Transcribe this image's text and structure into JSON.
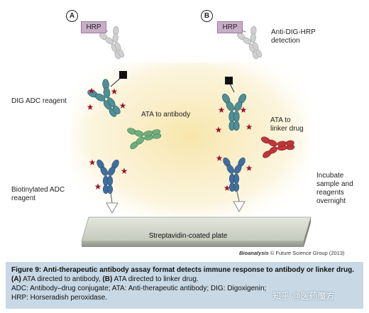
{
  "panels": {
    "a_letter": "A",
    "b_letter": "B"
  },
  "labels": {
    "hrp_a": "HRP",
    "hrp_b": "HRP",
    "anti_dig_hrp": "Anti-DIG-HRP\ndetection",
    "dig_adc": "DIG ADC reagent",
    "ata_to_antibody": "ATA to antibody",
    "ata_to_linker": "ATA to\nlinker drug",
    "biotinylated_adc": "Biotinylated ADC\nreagent",
    "incubate": "Incubate\nsample and\nreagents\novernight",
    "plate": "Streptavidin-coated plate"
  },
  "credit": {
    "journal": "Bioanalysis",
    "rest": "© Future Science Group (2013)"
  },
  "caption": {
    "title": "Figure 9: Anti-therapeutic antibody assay format detects immune response to antibody or linker drug.",
    "a_mark": "(A)",
    "a_text": "ATA directed to antibody,",
    "b_mark": "(B)",
    "b_text": "ATA directed to linker drug.",
    "line2": "ADC: Antibody–drug conjugate; ATA: Anti-therapeutic antibody; DIG: Digoxigenin;",
    "line3": "HRP: Horseradish peroxidase."
  },
  "watermark": "知乎 @医药魔方",
  "colors": {
    "background_glow": "#f5e6b0",
    "antibody_teal": "#4f8f96",
    "antibody_blue": "#3f6f9f",
    "ata_green": "#6fae7e",
    "ata_red": "#c0373a",
    "drug_star": "#a1182a",
    "dig_tag": "#111111",
    "hrp_grey": "#c6c6c6",
    "plate": "#cfd3c8",
    "caption_bg": "#c8d8e4"
  }
}
